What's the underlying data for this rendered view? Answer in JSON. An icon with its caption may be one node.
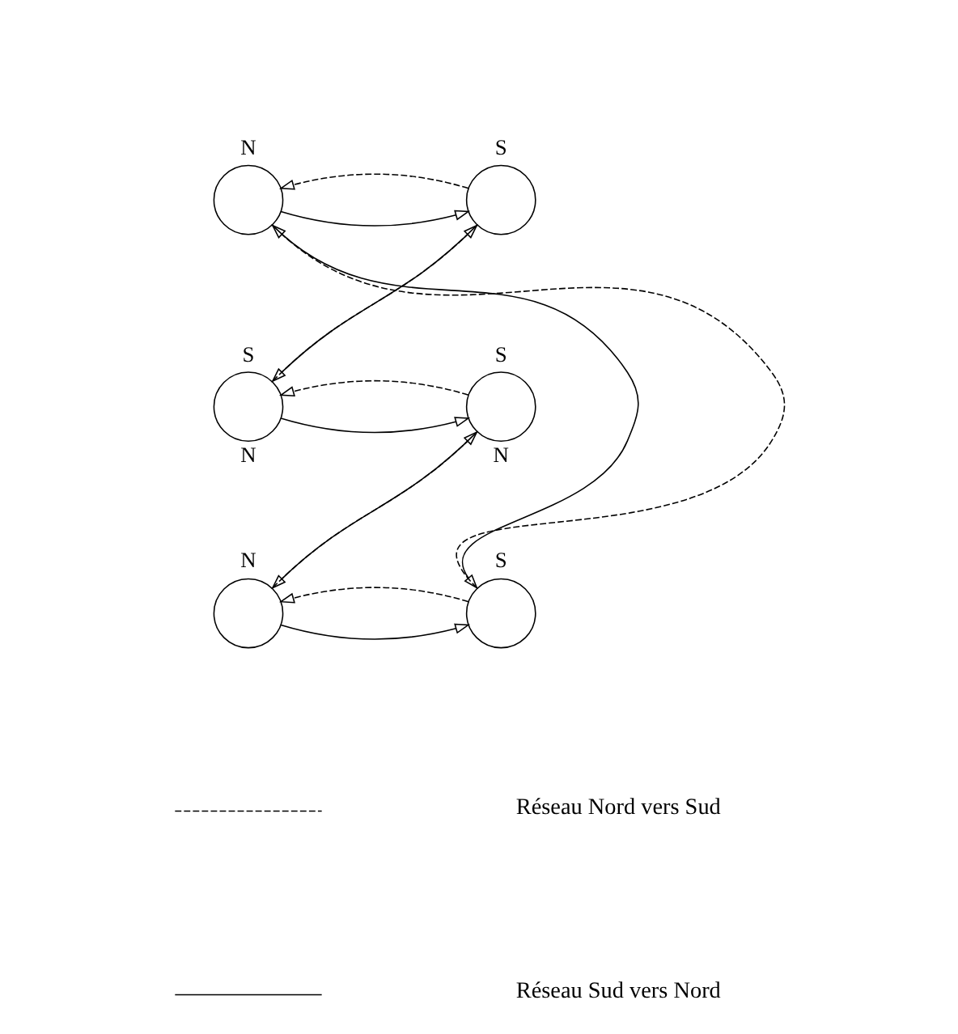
{
  "diagram": {
    "nodes": [
      {
        "text": [],
        "shape": "circle",
        "beside": [
          "N"
        ]
      },
      {
        "text": [],
        "shape": "circle",
        "beside": [
          "S"
        ]
      },
      {
        "text": [],
        "shape": "circle",
        "beside": [
          "S",
          "N"
        ]
      },
      {
        "text": [],
        "shape": "circle",
        "beside": [
          "S",
          "N"
        ]
      },
      {
        "text": [],
        "shape": "circle",
        "beside": [
          "N"
        ]
      },
      {
        "text": [],
        "shape": "circle",
        "beside": [
          "S"
        ]
      }
    ],
    "edges": [
      {
        "from": 0,
        "to": 1,
        "arrow": "to"
      },
      {
        "from": 1,
        "to": 0,
        "arrow": "to",
        "style": "dashed"
      },
      {
        "from": 2,
        "to": 1,
        "arrow": "to",
        "style": "dashed"
      },
      {
        "from": 1,
        "to": 2,
        "arrow": "to"
      },
      {
        "from": 0,
        "to": 5,
        "arrow": "to"
      },
      {
        "from": 5,
        "to": 0,
        "arrow": "to",
        "style": "dashed"
      },
      {
        "from": 2,
        "to": 3,
        "arrow": "to"
      },
      {
        "from": 3,
        "to": 2,
        "arrow": "to",
        "style": "dashed"
      },
      {
        "from": 4,
        "to": 3,
        "arrow": "to",
        "style": "dashed"
      },
      {
        "from": 3,
        "to": 4,
        "arrow": "to"
      },
      {
        "from": 4,
        "to": 5,
        "arrow": "to"
      },
      {
        "from": 5,
        "to": 4,
        "arrow": "to",
        "style": "dashed"
      }
    ],
    "legend": [
      {
        "text": "Réseau Nord vers Sud"
      },
      {
        "text": "Réseau Sud vers Nord"
      }
    ]
  }
}
